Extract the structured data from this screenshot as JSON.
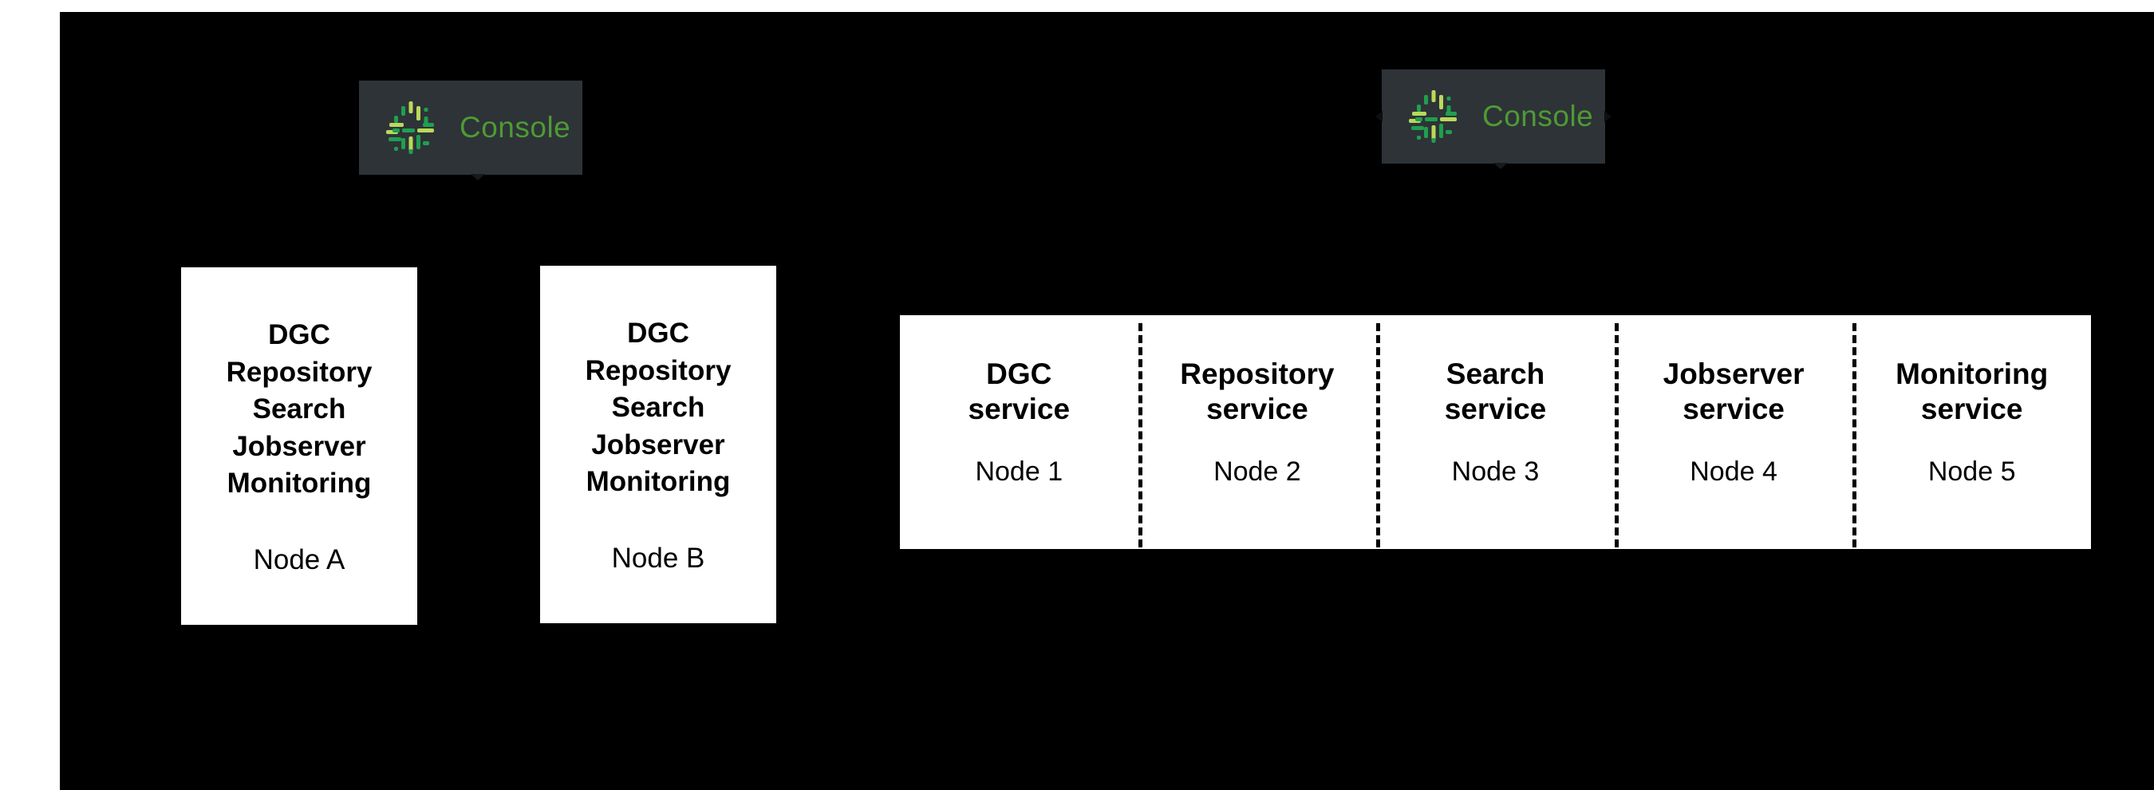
{
  "diagram": {
    "background_color": "#000000",
    "page_background_color": "#ffffff",
    "box_fill_color": "#ffffff",
    "box_text_color": "#000000"
  },
  "console_badges": [
    {
      "label": "Console",
      "icon": "console-burst-icon",
      "background_color": "#2e3338",
      "label_color": "#4e9a33",
      "icon_color_light": "#b9d95a",
      "icon_color_dark": "#1f9f4f"
    },
    {
      "label": "Console",
      "icon": "console-burst-icon",
      "background_color": "#2e3338",
      "label_color": "#4e9a33",
      "icon_color_light": "#b9d95a",
      "icon_color_dark": "#1f9f4f"
    }
  ],
  "node_boxes": [
    {
      "services": [
        "DGC",
        "Repository",
        "Search",
        "Jobserver",
        "Monitoring"
      ],
      "node_label": "Node A"
    },
    {
      "services": [
        "DGC",
        "Repository",
        "Search",
        "Jobserver",
        "Monitoring"
      ],
      "node_label": "Node B"
    }
  ],
  "service_strip": {
    "cells": [
      {
        "service": "DGC\nservice",
        "node_label": "Node 1"
      },
      {
        "service": "Repository\nservice",
        "node_label": "Node 2"
      },
      {
        "service": "Search\nservice",
        "node_label": "Node 3"
      },
      {
        "service": "Jobserver\nservice",
        "node_label": "Node 4"
      },
      {
        "service": "Monitoring\nservice",
        "node_label": "Node 5"
      }
    ]
  }
}
